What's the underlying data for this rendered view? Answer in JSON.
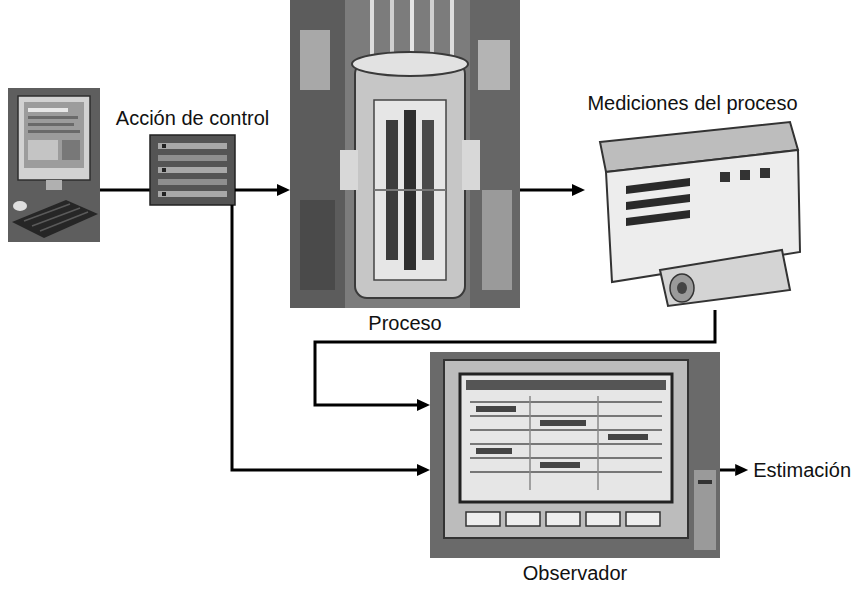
{
  "diagram": {
    "nodes": [
      {
        "text": [
          "Acción de control"
        ]
      },
      {
        "text": [
          "Proceso"
        ]
      },
      {
        "text": [
          "Mediciones del proceso"
        ]
      },
      {
        "text": [
          "Observador"
        ]
      }
    ],
    "edges": [
      {
        "from": 0,
        "to": 1,
        "arrow": "to"
      },
      {
        "from": 1,
        "to": 2,
        "arrow": "to"
      },
      {
        "from": 2,
        "to": 3,
        "arrow": "to"
      },
      {
        "from": 0,
        "to": 3,
        "arrow": "to"
      }
    ],
    "labels": [
      "Estimación"
    ]
  }
}
